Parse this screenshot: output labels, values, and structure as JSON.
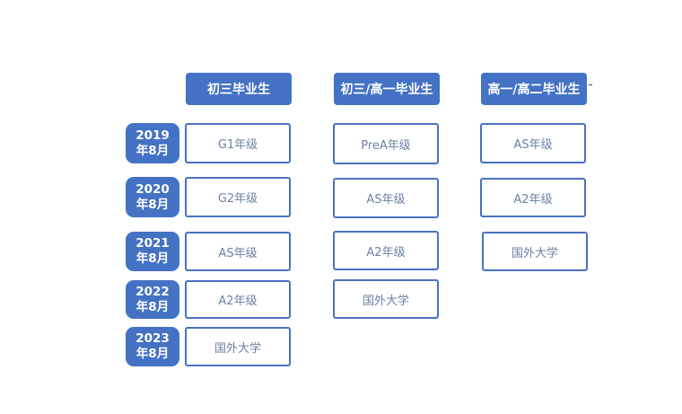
{
  "headers": [
    "初三毕业生",
    "初三/高一毕业生",
    "高一/高二毕业生"
  ],
  "years": [
    {
      "year": "2019",
      "month": "年8月"
    },
    {
      "year": "2020",
      "month": "年8月"
    },
    {
      "year": "2021",
      "month": "年8月"
    },
    {
      "year": "2022",
      "month": "年8月"
    },
    {
      "year": "2023",
      "month": "年8月"
    }
  ],
  "columns": [
    [
      "G1年级",
      "G2年级",
      "AS年级",
      "A2年级",
      "国外大学"
    ],
    [
      "PreA年级",
      "AS年级",
      "A2年级",
      "国外大学"
    ],
    [
      "AS年级",
      "A2年级",
      "国外大学"
    ]
  ],
  "colors": {
    "accent": "#4472c4"
  }
}
